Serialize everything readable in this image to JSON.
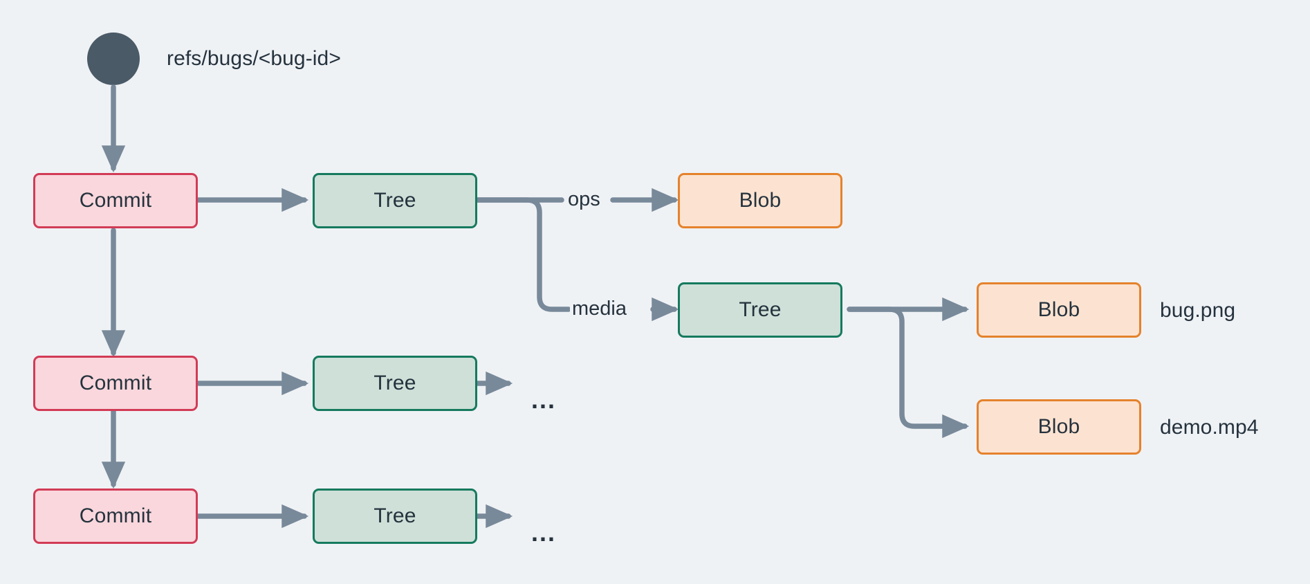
{
  "diagram": {
    "title": "git-object-model",
    "background_color": "#eff2f5",
    "edge_color": "#78899a",
    "start_node": {
      "name": "ref-start-node",
      "color": "#4a5a66"
    },
    "ref_label": "refs/bugs/<bug-id>",
    "commits": [
      {
        "label": "Commit"
      },
      {
        "label": "Commit"
      },
      {
        "label": "Commit"
      }
    ],
    "trees": [
      {
        "label": "Tree"
      },
      {
        "label": "Tree"
      },
      {
        "label": "Tree"
      },
      {
        "label": "Tree"
      }
    ],
    "blobs": [
      {
        "label": "Blob",
        "file": ""
      },
      {
        "label": "Blob",
        "file": "bug.png"
      },
      {
        "label": "Blob",
        "file": "demo.mp4"
      }
    ],
    "edge_labels": {
      "ops": "ops",
      "media": "media"
    },
    "ellipsis": [
      "...",
      "..."
    ],
    "colors": {
      "commit_fill": "#f9d7dc",
      "commit_stroke": "#d23b56",
      "tree_fill": "#cee0d8",
      "tree_stroke": "#157a5e",
      "blob_fill": "#fce3d1",
      "blob_stroke": "#e5822c",
      "text": "#25323d",
      "edge": "#78899a"
    }
  }
}
